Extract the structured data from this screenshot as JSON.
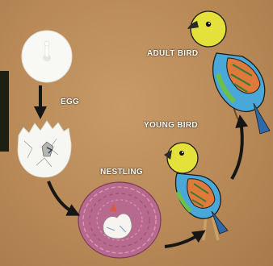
{
  "stages": {
    "egg": "EGG",
    "nestling": "NESTLING",
    "young_bird": "YOUNG BIRD",
    "adult_bird": "ADULT BIRD"
  },
  "colors": {
    "board": "#b98a58",
    "nest": "#b86a8e",
    "arrow": "#161616",
    "bird_head": "#e4e23a",
    "bird_body": "#4aa8d8",
    "bird_wing": "#e07a3a"
  }
}
